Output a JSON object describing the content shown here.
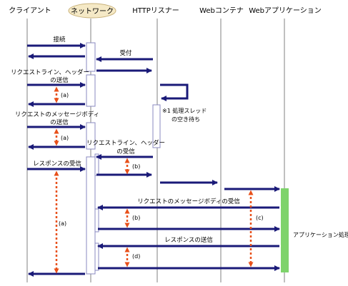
{
  "participants": {
    "client": "クライアント",
    "network": "ネットワーク",
    "http_listener": "HTTPリスナー",
    "web_container": "Webコンテナ",
    "web_application": "Webアプリケーション"
  },
  "messages": {
    "connect": "接続",
    "accept": "受付",
    "send_request_line_header_1": "リクエストライン、ヘッダー",
    "send_request_line_header_2": "の送信",
    "send_body_1": "リクエストのメッセージボディ",
    "send_body_2": "の送信",
    "receive_request_line_header_1": "リクエストライン、ヘッダー",
    "receive_request_line_header_2": "の受信",
    "receive_response": "レスポンスの受信",
    "receive_body": "リクエストのメッセージボディの受信",
    "send_response": "レスポンスの送信"
  },
  "annotations": {
    "thread_wait_1": "※1 処理スレッド",
    "thread_wait_2": "の空き待ち",
    "app_processing": "アプリケーション処理"
  },
  "intervals": {
    "a1": "(a)",
    "a2": "(a)",
    "b1": "(b)",
    "a3": "(a)",
    "b2": "(b)",
    "c": "(c)",
    "d": "(d)"
  },
  "colors": {
    "arrow": "#1a1a78",
    "lifeline": "#c0c0c0",
    "interval": "#e8501a",
    "network_box": "#f5e9c6",
    "process_bar": "#7ed36b"
  }
}
